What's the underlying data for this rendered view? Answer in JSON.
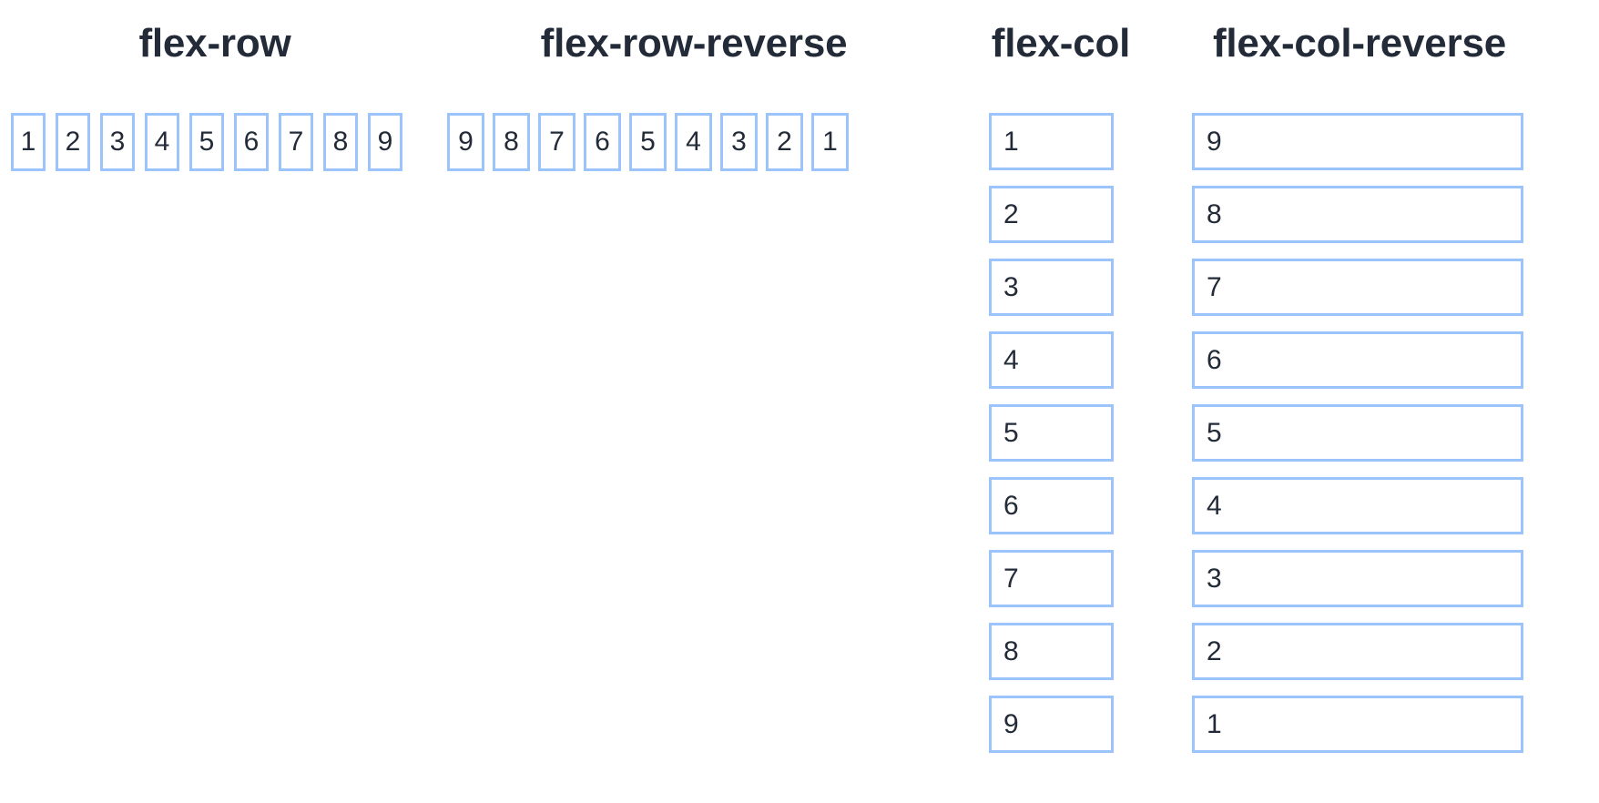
{
  "page": {
    "background_color": "#ffffff",
    "text_color": "#232b39",
    "box_border_color": "#9ac4fb"
  },
  "sections": {
    "flex_row": {
      "title": "flex-row",
      "direction": "row",
      "items": [
        "1",
        "2",
        "3",
        "4",
        "5",
        "6",
        "7",
        "8",
        "9"
      ],
      "rendered_order": [
        "1",
        "2",
        "3",
        "4",
        "5",
        "6",
        "7",
        "8",
        "9"
      ]
    },
    "flex_row_reverse": {
      "title": "flex-row-reverse",
      "direction": "row-reverse",
      "items": [
        "1",
        "2",
        "3",
        "4",
        "5",
        "6",
        "7",
        "8",
        "9"
      ],
      "rendered_order": [
        "9",
        "8",
        "7",
        "6",
        "5",
        "4",
        "3",
        "2",
        "1"
      ]
    },
    "flex_col": {
      "title": "flex-col",
      "direction": "column",
      "items": [
        "1",
        "2",
        "3",
        "4",
        "5",
        "6",
        "7",
        "8",
        "9"
      ],
      "rendered_order": [
        "1",
        "2",
        "3",
        "4",
        "5",
        "6",
        "7",
        "8",
        "9"
      ]
    },
    "flex_col_reverse": {
      "title": "flex-col-reverse",
      "direction": "column-reverse",
      "items": [
        "1",
        "2",
        "3",
        "4",
        "5",
        "6",
        "7",
        "8",
        "9"
      ],
      "rendered_order": [
        "9",
        "8",
        "7",
        "6",
        "5",
        "4",
        "3",
        "2",
        "1"
      ]
    }
  }
}
